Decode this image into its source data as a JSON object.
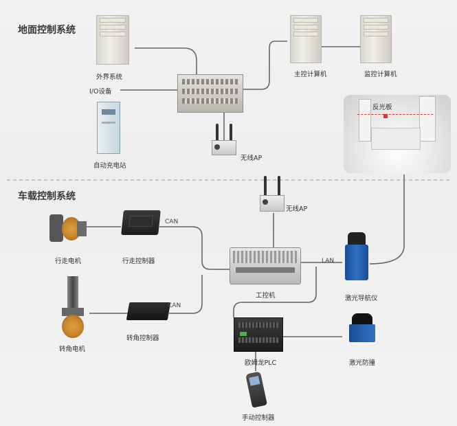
{
  "sections": {
    "ground": "地面控制系统",
    "vehicle": "车载控制系统"
  },
  "devices": {
    "external_system": "外界系统",
    "io_device": "I/O设备",
    "charging_station": "自动充电站",
    "main_computer": "主控计算机",
    "monitor_computer": "监控计算机",
    "reflector": "反光板",
    "wireless_ap_ground": "无线AP",
    "wireless_ap_vehicle": "无线AP",
    "drive_motor": "行走电机",
    "drive_controller": "行走控制器",
    "steer_motor": "转角电机",
    "steer_controller": "转角控制器",
    "industrial_pc": "工控机",
    "laser_nav": "激光导航仪",
    "plc": "欧姆龙PLC",
    "laser_guard": "激光防撞",
    "handheld": "手动控制器"
  },
  "links": {
    "can_1": "CAN",
    "can_2": "CAN",
    "lan": "LAN"
  },
  "colors": {
    "line": "#666666",
    "divider": "#9a9a9a",
    "nav_blue": "#1e5aa8"
  }
}
